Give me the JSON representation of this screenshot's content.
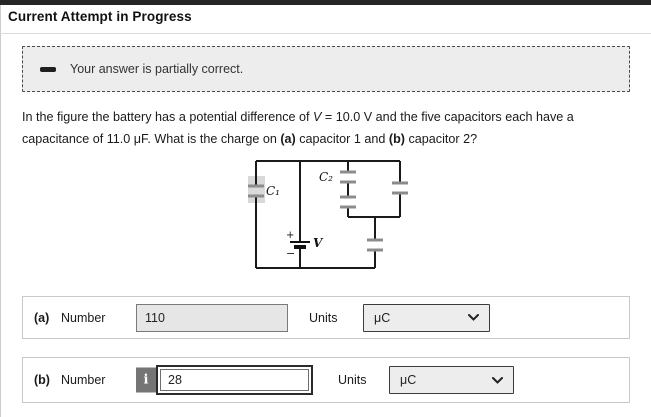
{
  "header": {
    "title": "Current Attempt in Progress"
  },
  "feedback": {
    "icon": "partial-correct-dash",
    "message": "Your answer is partially correct."
  },
  "problem": {
    "segments": [
      {
        "t": "In the figure the battery has a potential difference of "
      },
      {
        "t": "V",
        "i": true
      },
      {
        "t": " = 10.0 V and the five capacitors each have a capacitance of 11.0 μF. What is the charge on "
      },
      {
        "t": "(a)",
        "b": true
      },
      {
        "t": " capacitor 1 and "
      },
      {
        "t": "(b)",
        "b": true
      },
      {
        "t": " capacitor 2?"
      }
    ]
  },
  "figure": {
    "labels": {
      "c1": "C₁",
      "c2": "C₂",
      "v": "V",
      "plus": "+",
      "minus": "−"
    }
  },
  "answers": [
    {
      "part": "(a)",
      "number_label": "Number",
      "value": "110",
      "units_label": "Units",
      "units_value": "μC"
    },
    {
      "part": "(b)",
      "number_label": "Number",
      "info_label": "i",
      "value": "28",
      "units_label": "Units",
      "units_value": "μC"
    }
  ],
  "colors": {
    "top_bar": "#262626",
    "feedback_bg": "#ededed",
    "feedback_border": "#4a4a4a",
    "row_border": "#c9c9c9",
    "disabled_input_bg": "#e6e6e6",
    "select_bg": "#ededed",
    "info_button_bg": "#757575",
    "wire": "#1a1a1a",
    "plate": "#8c8c8c",
    "highlight": "#bfbfbf"
  }
}
